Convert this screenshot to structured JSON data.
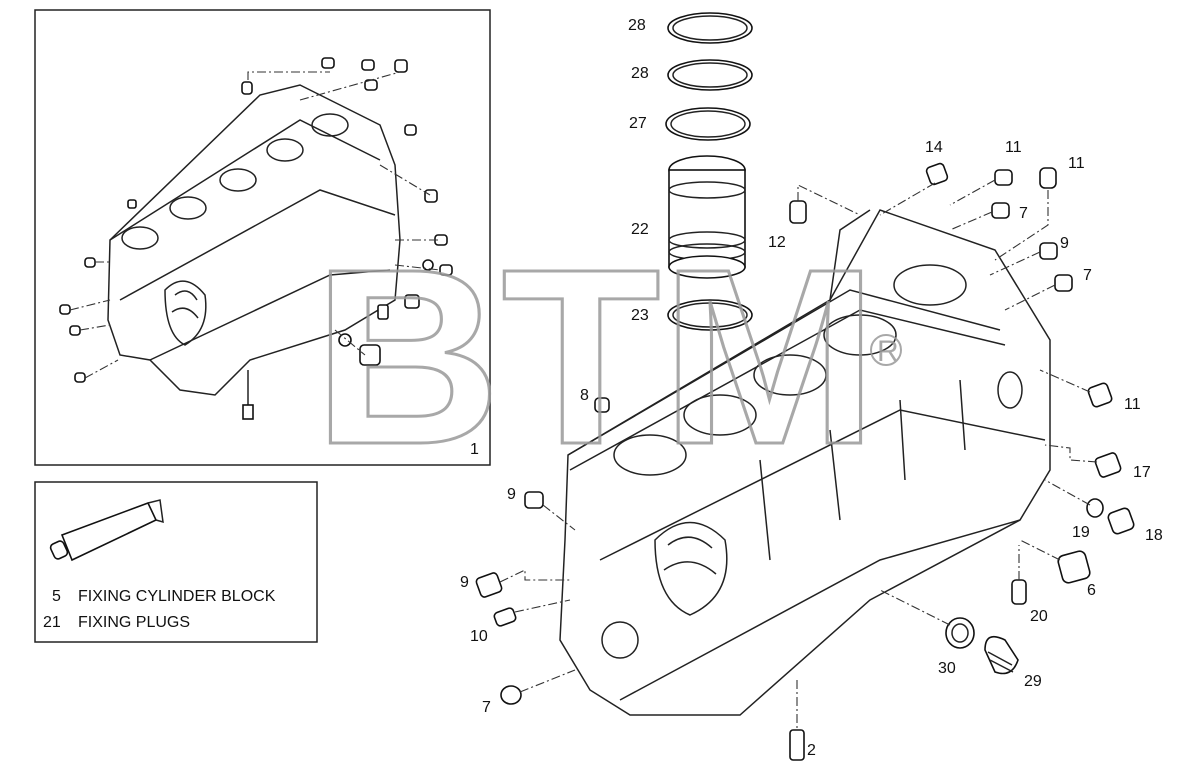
{
  "inset_box": {
    "ref_number": "1"
  },
  "legend_box": {
    "items": [
      {
        "number": "5",
        "text": "FIXING CYLINDER BLOCK"
      },
      {
        "number": "21",
        "text": "FIXING PLUGS"
      }
    ]
  },
  "watermark": {
    "text": "BTM",
    "mark": "®"
  },
  "callouts": [
    "28",
    "28",
    "27",
    "22",
    "23",
    "14",
    "11",
    "11",
    "12",
    "7",
    "9",
    "7",
    "8",
    "11",
    "17",
    "9",
    "19",
    "18",
    "9",
    "6",
    "20",
    "10",
    "30",
    "29",
    "7",
    "2"
  ]
}
